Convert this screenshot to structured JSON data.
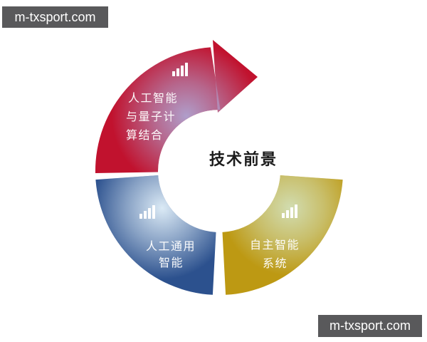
{
  "center_title": "技术前景",
  "watermarks": {
    "top_left": "m-txsport.com",
    "bottom_right": "m-txsport.com"
  },
  "segments": [
    {
      "name": "ai-quantum-computing",
      "lines": [
        "人工智能",
        "与量子计",
        "算结合"
      ],
      "color": "#c1122e",
      "glow_color": "#aeaad8",
      "icon": "bar-chart-icon"
    },
    {
      "name": "artificial-general-intelligence",
      "lines": [
        "人工通用",
        "智能"
      ],
      "color": "#2c518e",
      "glow_color": "#e4f2fb",
      "icon": "bar-chart-icon"
    },
    {
      "name": "autonomous-intelligent-systems",
      "lines": [
        "自主智能",
        "系统"
      ],
      "color": "#bd9913",
      "glow_color": "#d4e4c2",
      "icon": "bar-chart-icon"
    }
  ]
}
